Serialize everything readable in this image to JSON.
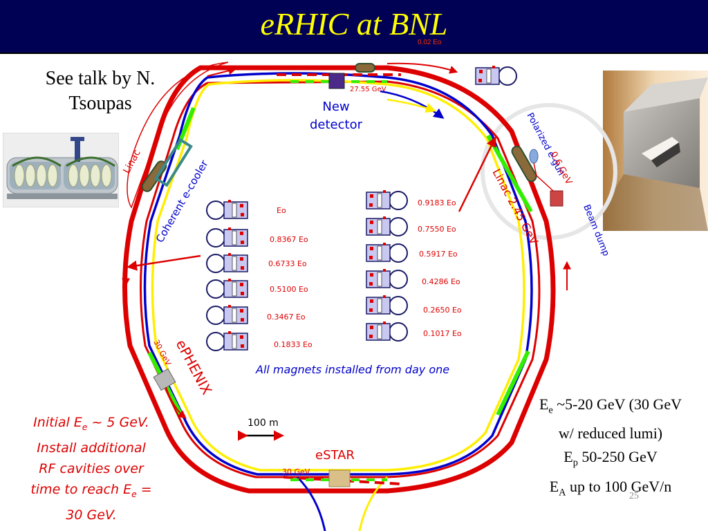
{
  "slide": {
    "title": "eRHIC at BNL",
    "page_number": "25"
  },
  "reference": {
    "line1": "See talk by N.",
    "line2": "Tsoupas"
  },
  "ring_labels": {
    "top_energy": "0.02 Eo",
    "detector_energy": "27.55 GeV",
    "new_detector_line1": "New",
    "new_detector_line2": "detector",
    "linac_left": "Linac",
    "ecooler": "Coherent e-cooler",
    "polarized_gun": "Polarized e-gun",
    "gun_energy": "0.6 GeV",
    "linac_right": "Linac 2.45 GeV",
    "beam_dump": "Beam dump",
    "ephenix": "ePHENIX",
    "ephenix_energy": "30 GeV",
    "estar": "eSTAR",
    "estar_energy": "30  GeV",
    "scale": "100 m",
    "magnets_note": "All magnets installed from day one"
  },
  "magnet_energies_left": [
    "Eo",
    "0.8367 Eo",
    "0.6733 Eo",
    "0.5100 Eo",
    "0.3467 Eo",
    "0.1833 Eo"
  ],
  "magnet_energies_right": [
    "0.9183 Eo",
    "0.7550 Eo",
    "0.5917 Eo",
    "0.4286 Eo",
    "0.2650 Eo",
    "0.1017  Eo"
  ],
  "initial_note": {
    "line1_prefix": "Initial E",
    "line1_sub": "e",
    "line1_suffix": " ~ 5 GeV.",
    "line2": "Install additional",
    "line3": "RF cavities over",
    "line4_prefix": "time to reach E",
    "line4_sub": "e",
    "line4_suffix": " =",
    "line5": "30 GeV."
  },
  "parameters": {
    "ee_symbol": "E",
    "ee_sub": "e",
    "ee_text": " ~5-20 GeV (30 GeV",
    "ee_text2": "w/ reduced lumi)",
    "ep_symbol": "E",
    "ep_sub": "p",
    "ep_text": " 50-250 GeV",
    "ea_symbol": "E",
    "ea_sub": "A",
    "ea_text": " up to 100 GeV/n"
  },
  "colors": {
    "title_bg": "#000055",
    "title_text": "#ffff00",
    "beam_red": "#dd0000",
    "beam_blue": "#0000cc",
    "beam_yellow": "#ffee00",
    "linac_green": "#33ee00",
    "label_blue": "#0000cc",
    "label_red": "#dd0000",
    "magnet_fill": "#c8c8f0"
  }
}
